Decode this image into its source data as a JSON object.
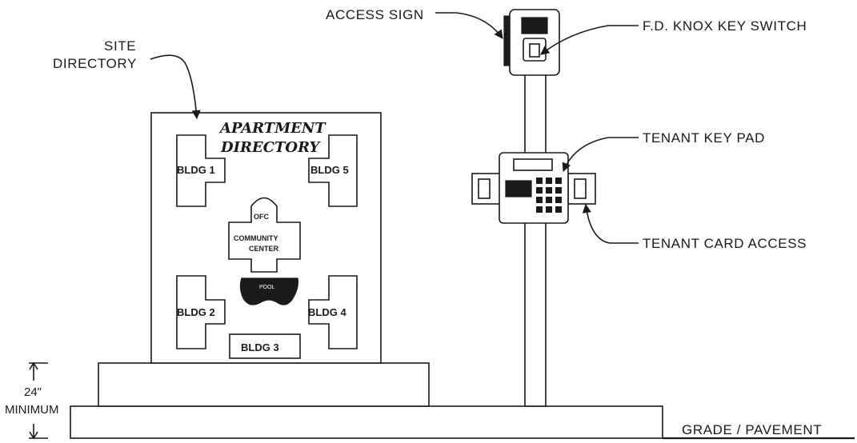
{
  "labels": {
    "site_directory_line1": "SITE",
    "site_directory_line2": "DIRECTORY",
    "access_sign": "ACCESS SIGN",
    "knox_key_switch": "F.D. KNOX KEY SWITCH",
    "tenant_key_pad": "TENANT KEY PAD",
    "tenant_card_access": "TENANT CARD ACCESS",
    "grade_pavement": "GRADE / PAVEMENT",
    "dimension_value": "24\"",
    "dimension_text": "MINIMUM"
  },
  "directory": {
    "title_line1": "APARTMENT",
    "title_line2": "DIRECTORY",
    "bldg1": "BLDG 1",
    "bldg2": "BLDG 2",
    "bldg3": "BLDG 3",
    "bldg4": "BLDG 4",
    "bldg5": "BLDG 5",
    "ofc": "OFC",
    "community_line1": "COMMUNITY",
    "community_line2": "CENTER",
    "pool": "POOL"
  },
  "colors": {
    "ink": "#1a1a1a",
    "paper": "#ffffff"
  }
}
